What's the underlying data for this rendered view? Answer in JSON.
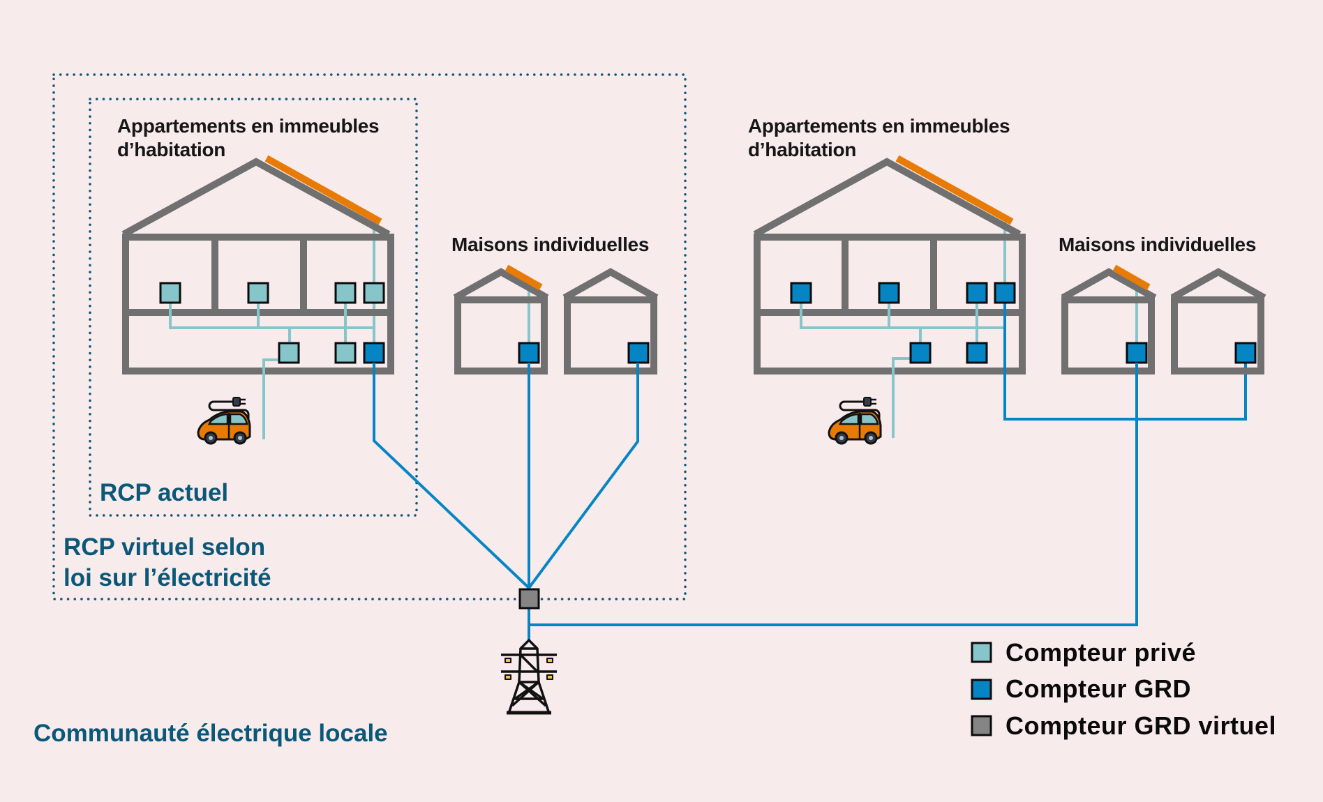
{
  "colors": {
    "background": "#f7ebec",
    "wall": "#707070",
    "solar_panel": "#e87a06",
    "private_meter": "#86c6ca",
    "grd_meter": "#0685c5",
    "virtual_grd_meter": "#858585",
    "label_blue": "#0b5778",
    "label_dark": "#161616"
  },
  "left_group": {
    "apartments_label_line1": "Appartements en immeubles",
    "apartments_label_line2": "d’habitation",
    "houses_label": "Maisons individuelles",
    "inner_box_label": "RCP actuel",
    "outer_box_label_line1": "RCP virtuel selon",
    "outer_box_label_line2": "loi sur l’électricité"
  },
  "right_group": {
    "apartments_label_line1": "Appartements en immeubles",
    "apartments_label_line2": "d’habitation",
    "houses_label": "Maisons individuelles"
  },
  "community_label": "Communauté électrique locale",
  "legend": [
    {
      "label": "Compteur privé",
      "color": "#86c6ca",
      "icon": "private-meter-swatch"
    },
    {
      "label": "Compteur GRD",
      "color": "#0685c5",
      "icon": "grd-meter-swatch"
    },
    {
      "label": "Compteur GRD virtuel",
      "color": "#858585",
      "icon": "virtual-grd-meter-swatch"
    }
  ],
  "icons": {
    "ev_car": "electric-car-icon",
    "pylon": "power-pylon-icon",
    "solar": "solar-panel"
  }
}
